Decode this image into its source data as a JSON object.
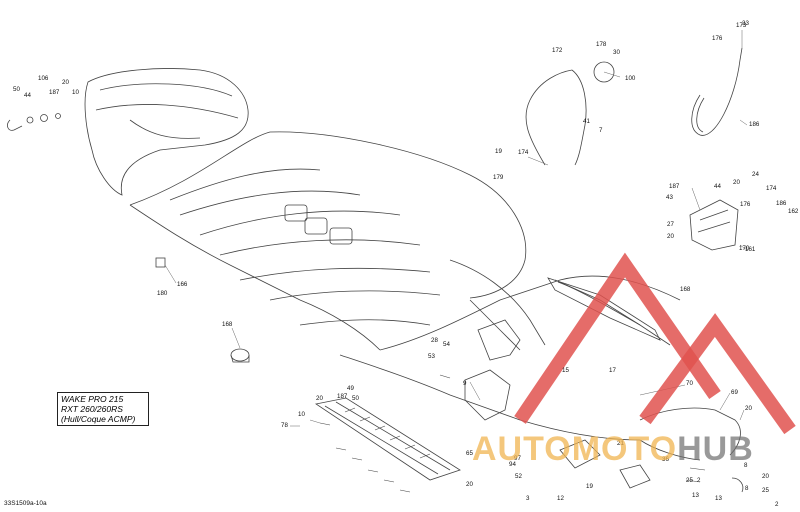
{
  "diagram": {
    "model_lines": [
      "WAKE PRO 215",
      "RXT 260/260RS",
      "(Hull/Coque ACMP)"
    ],
    "doc_code": "33S1509a-10a",
    "watermark": {
      "part1": "AUTO",
      "part2": "MOTO",
      "part3": "HUB"
    },
    "callouts": [
      "50",
      "44",
      "106",
      "187",
      "20",
      "10",
      "33",
      "173",
      "176",
      "172",
      "178",
      "30",
      "100",
      "41",
      "7",
      "19",
      "174",
      "186",
      "179",
      "187",
      "44",
      "20",
      "24",
      "43",
      "176",
      "174",
      "186",
      "162",
      "27",
      "20",
      "170",
      "161",
      "168",
      "180",
      "166",
      "168",
      "28",
      "54",
      "53",
      "9",
      "15",
      "17",
      "70",
      "69",
      "20",
      "10",
      "78",
      "20",
      "187",
      "49",
      "50",
      "65",
      "97",
      "94",
      "52",
      "3",
      "12",
      "19",
      "21",
      "36",
      "25",
      "2",
      "13",
      "8",
      "20"
    ]
  },
  "colors": {
    "line": "#3a3a3a",
    "watermark_red": "#e0524f",
    "watermark_orange": "#f0b450",
    "watermark_gray": "#6e6e6e"
  }
}
